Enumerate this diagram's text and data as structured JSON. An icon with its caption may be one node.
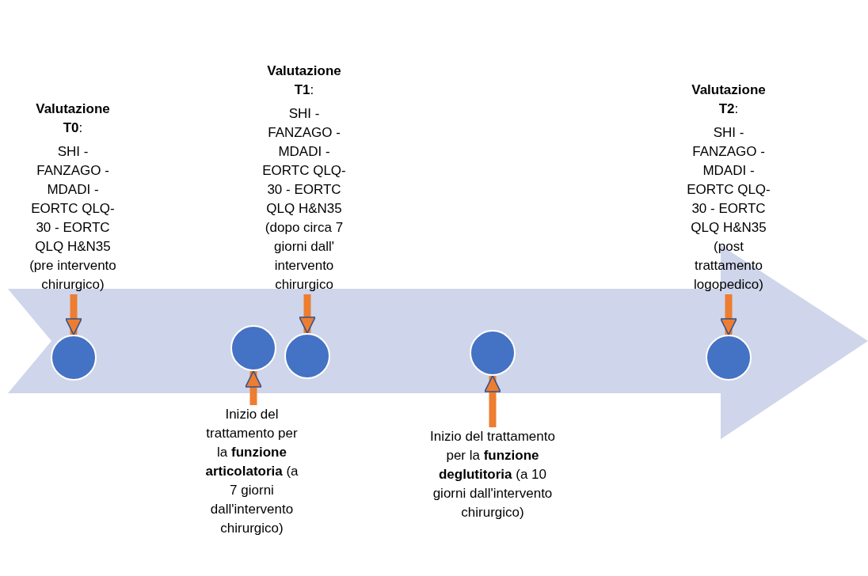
{
  "diagram": {
    "nodes": [
      {
        "text": [
          "**Valutazione T0**:",
          "SHI - FANZAGO - MDADI - EORTC QLQ-30 - EORTC QLQ H&N35 (pre intervento chirurgico)"
        ]
      },
      {
        "text": [
          "**Valutazione T1**:",
          "SHI - FANZAGO - MDADI - EORTC QLQ-30 - EORTC QLQ H&N35 (dopo circa 7 giorni dall' intervento chirurgico"
        ]
      },
      {
        "text": [
          "**Valutazione T2**:",
          "SHI - FANZAGO - MDADI - EORTC QLQ-30 - EORTC QLQ H&N35 (post trattamento logopedico)"
        ]
      },
      {
        "text": [],
        "shape": "circle"
      },
      {
        "text": [],
        "shape": "circle"
      },
      {
        "text": [],
        "shape": "circle"
      },
      {
        "text": [],
        "shape": "circle"
      },
      {
        "text": [],
        "shape": "circle"
      },
      {
        "text": [
          "Inizio del trattamento per la **funzione articolatoria** (a 7 giorni dall'intervento chirurgico)"
        ]
      },
      {
        "text": [
          "Inizio del trattamento per la **funzione deglutitoria** (a 10 giorni dall'intervento chirurgico)"
        ]
      }
    ],
    "edges": [
      {
        "from": 0,
        "to": 3,
        "arrow": "to"
      },
      {
        "from": 1,
        "to": 5,
        "arrow": "to"
      },
      {
        "from": 2,
        "to": 7,
        "arrow": "to"
      },
      {
        "from": 8,
        "to": 4,
        "arrow": "to"
      },
      {
        "from": 9,
        "to": 6,
        "arrow": "to"
      }
    ]
  }
}
